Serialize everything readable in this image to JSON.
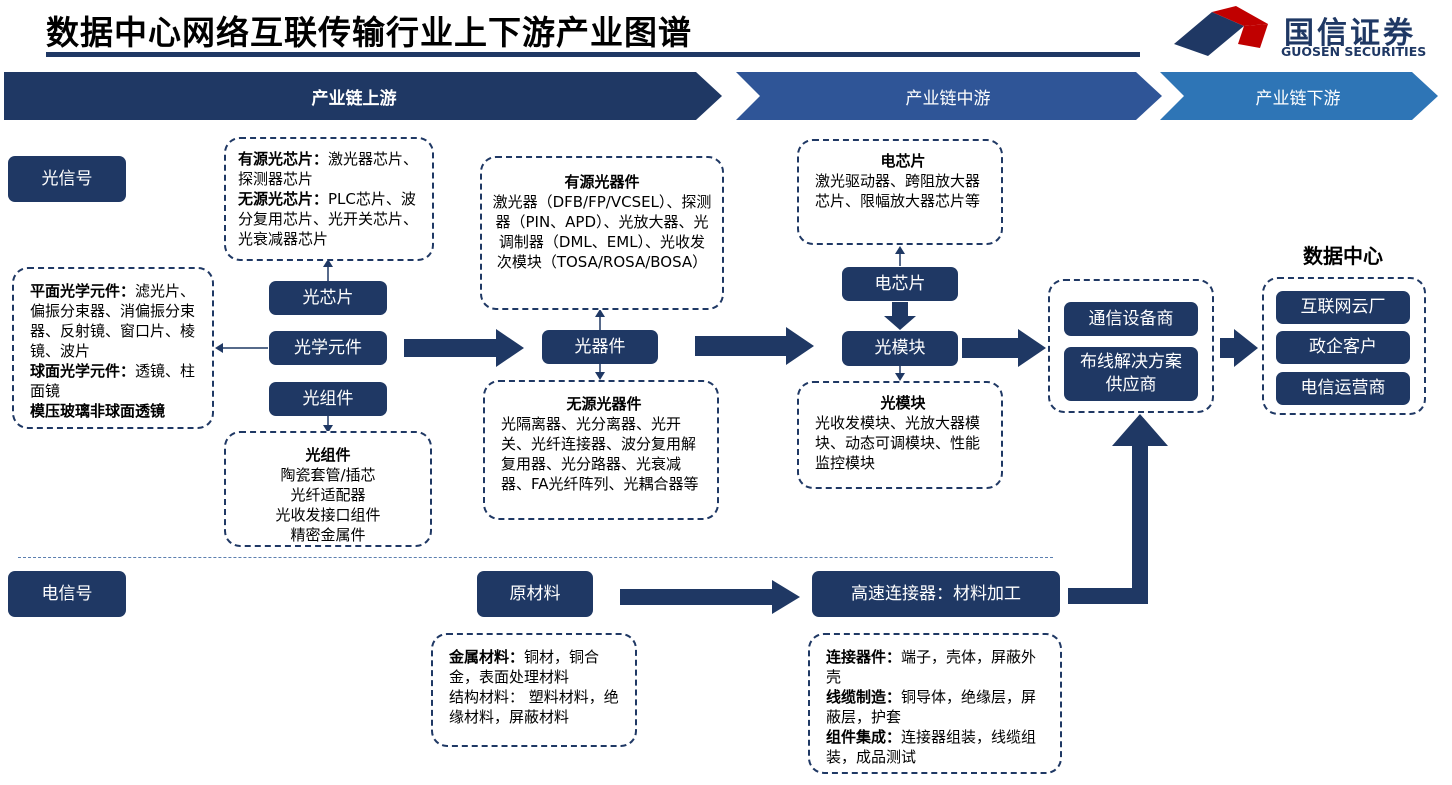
{
  "header": {
    "title": "数据中心网络互联传输行业上下游产业图谱",
    "logo_name": "国信证券",
    "logo_sub": "GUOSEN SECURITIES"
  },
  "stages": {
    "upstream": "产业链上游",
    "midstream": "产业链中游",
    "downstream": "产业链下游"
  },
  "colors": {
    "navy": "#1f3864",
    "mid_blue": "#2f5597",
    "light_blue": "#2e75b6",
    "logo_red": "#c00000"
  },
  "signals": {
    "optical": "光信号",
    "electrical": "电信号"
  },
  "boxes": {
    "chip": "光芯片",
    "optical_element": "光学元件",
    "optical_assembly": "光组件",
    "optical_device": "光器件",
    "electric_chip": "电芯片",
    "optical_module": "光模块",
    "telecom_vendor": "通信设备商",
    "cabling_vendor": "布线解决方案供应商",
    "raw_material": "原材料",
    "hs_connector": "高速连接器：材料加工"
  },
  "details": {
    "chips": {
      "active_title": "有源光芯片：",
      "active_body": "激光器芯片、探测器芯片",
      "passive_title": "无源光芯片：",
      "passive_body": "PLC芯片、波分复用芯片、光开关芯片、光衰减器芯片"
    },
    "elements": {
      "plane_title": "平面光学元件：",
      "plane_body": "滤光片、偏振分束器、消偏振分束器、反射镜、窗口片、棱镜、波片",
      "sphere_title": "球面光学元件：",
      "sphere_body": "透镜、柱面镜",
      "aspheric": "模压玻璃非球面透镜"
    },
    "assembly": {
      "title": "光组件",
      "items": [
        "陶瓷套管/插芯",
        "光纤适配器",
        "光收发接口组件",
        "精密金属件"
      ]
    },
    "active_device": {
      "title": "有源光器件",
      "body": "激光器（DFB/FP/VCSEL）、探测器（PIN、APD）、光放大器、光调制器（DML、EML）、光收发次模块（TOSA/ROSA/BOSA）"
    },
    "passive_device": {
      "title": "无源光器件",
      "body": "光隔离器、光分离器、光开关、光纤连接器、波分复用解复用器、光分路器、光衰减器、FA光纤阵列、光耦合器等"
    },
    "electric_chip": {
      "title": "电芯片",
      "body": "激光驱动器、跨阻放大器芯片、限幅放大器芯片等"
    },
    "module": {
      "title": "光模块",
      "body": "光收发模块、光放大器模块、动态可调模块、性能监控模块"
    },
    "raw": {
      "metal_title": "金属材料：",
      "metal_body": "铜材，铜合金，表面处理材料",
      "struct_title": "结构材料：",
      "struct_body": " 塑料材料，绝缘材料，屏蔽材料"
    },
    "connector": {
      "part_title": "连接器件：",
      "part_body": "端子，壳体，屏蔽外壳",
      "cable_title": "线缆制造：",
      "cable_body": "铜导体，绝缘层，屏蔽层，护套",
      "integ_title": "组件集成：",
      "integ_body": "连接器组装，线缆组装，成品测试"
    }
  },
  "datacenter": {
    "title": "数据中心",
    "items": [
      "互联网云厂",
      "政企客户",
      "电信运营商"
    ]
  }
}
